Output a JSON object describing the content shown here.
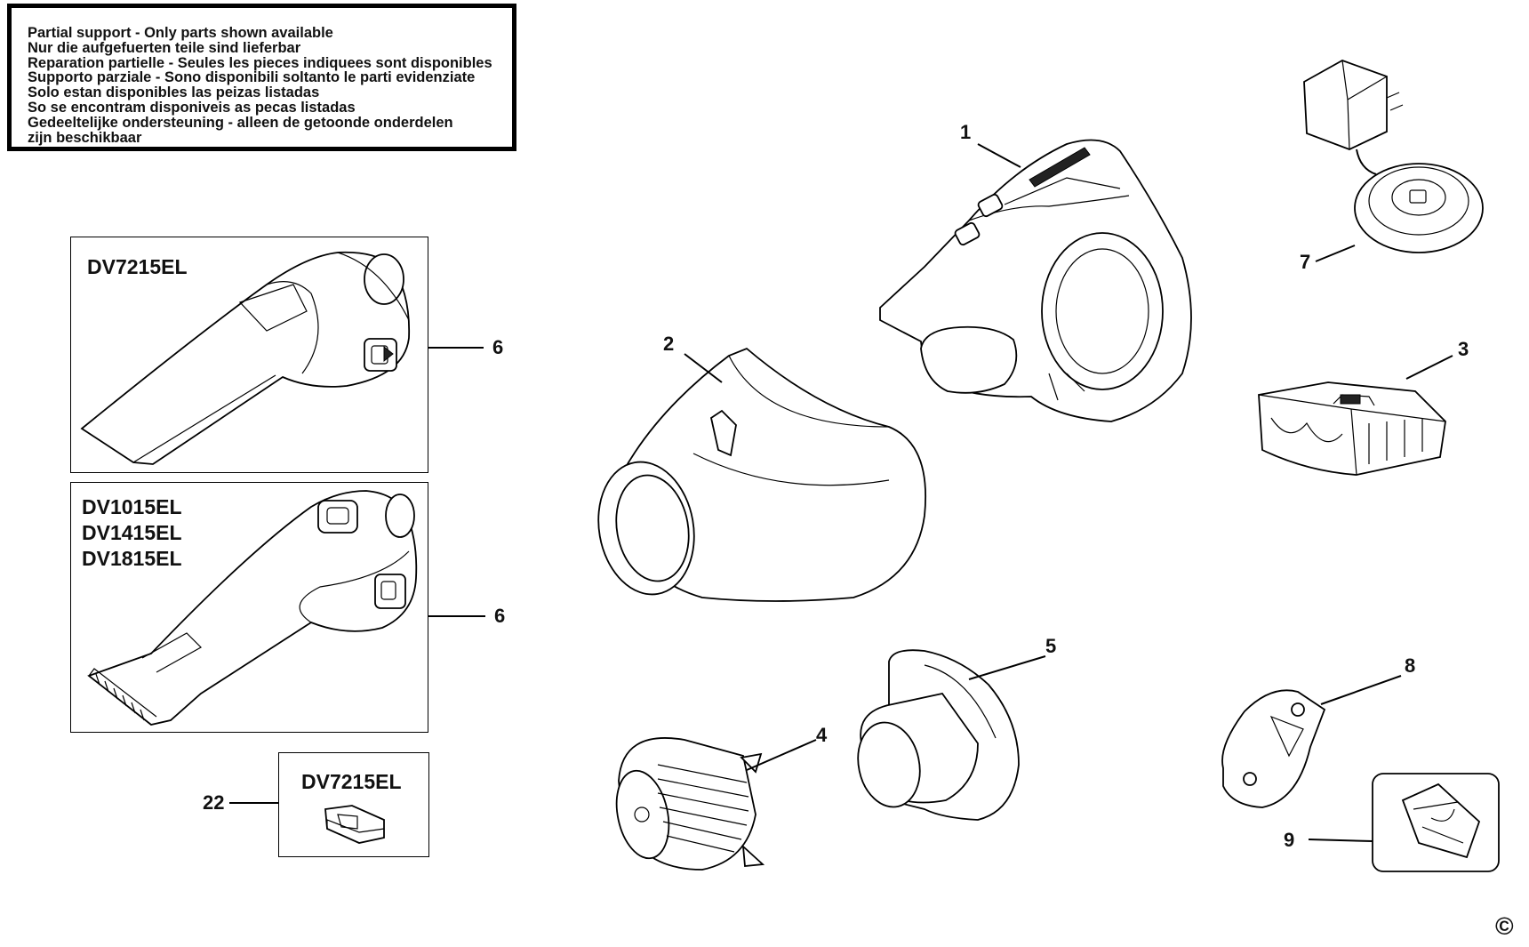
{
  "notice": {
    "lines": [
      "Partial support - Only parts shown available",
      "Nur die aufgefuerten teile sind lieferbar",
      "Reparation partielle - Seules les pieces indiquees sont disponibles",
      "Supporto parziale - Sono disponibili soltanto le parti evidenziate",
      "Solo estan disponibles las peizas listadas",
      "So se encontram disponiveis as pecas listadas",
      "Gedeeltelijke ondersteuning - alleen de getoonde onderdelen",
      "zijn beschikbaar"
    ]
  },
  "panels": {
    "top": {
      "models": [
        "DV7215EL"
      ],
      "part": "6"
    },
    "middle": {
      "models": [
        "DV1015EL",
        "DV1415EL",
        "DV1815EL"
      ],
      "part": "6"
    },
    "small": {
      "models": [
        "DV7215EL"
      ],
      "part": "22"
    }
  },
  "parts": {
    "p1": "1",
    "p2": "2",
    "p3": "3",
    "p4": "4",
    "p5": "5",
    "p7": "7",
    "p8": "8",
    "p9": "9"
  },
  "copyright": "©",
  "icons": [
    "vacuum-body-icon",
    "bowl-icon",
    "battery-icon",
    "filter-icon",
    "prefilter-icon",
    "charger-icon",
    "wall-bracket-icon",
    "screw-bag-icon",
    "nozzle-icon",
    "latch-icon"
  ]
}
